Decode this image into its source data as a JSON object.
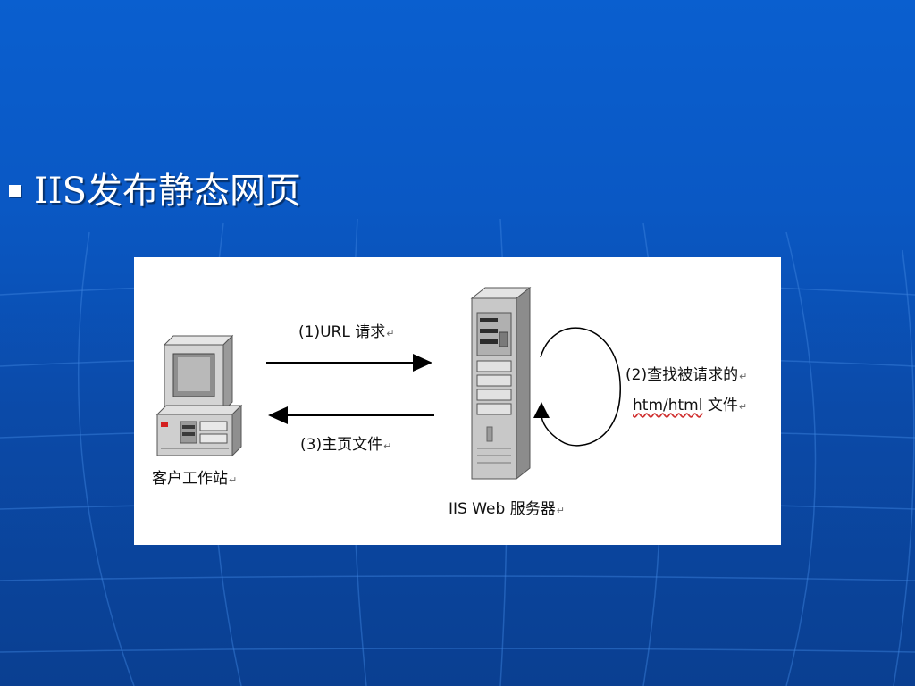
{
  "slide": {
    "title": "IIS发布静态网页"
  },
  "diagram": {
    "request_label": "(1)URL 请求",
    "response_label": "(3)主页文件",
    "find_label_line1": "(2)查找被请求的",
    "find_label_line2_a": "htm/html",
    "find_label_line2_b": " 文件",
    "client_label": "客户工作站",
    "server_label": "IIS Web 服务器",
    "para_mark": "↵"
  },
  "colors": {
    "background_top": "#0a5fcf",
    "background_bottom": "#0a3f91",
    "panel": "#ffffff",
    "arrow": "#000000"
  }
}
